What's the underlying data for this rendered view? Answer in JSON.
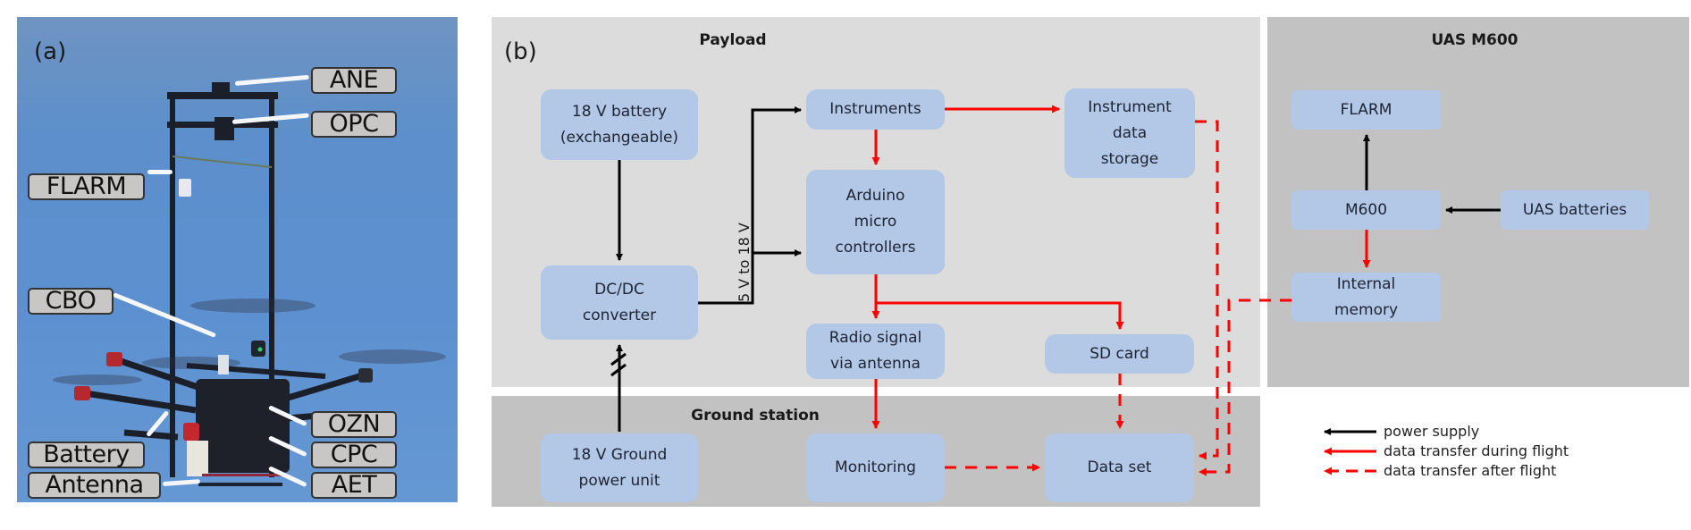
{
  "panel_a": {
    "label": "(a)",
    "tags": {
      "ane": "ANE",
      "opc": "OPC",
      "flarm": "FLARM",
      "cbo": "CBO",
      "ozn": "OZN",
      "cpc": "CPC",
      "battery": "Battery",
      "aet": "AET",
      "antenna": "Antenna"
    }
  },
  "panel_b": {
    "label": "(b)",
    "regions": {
      "payload": "Payload",
      "uas": "UAS M600",
      "ground": "Ground station"
    },
    "nodes": {
      "battery": "18 V battery\n(exchangeable)",
      "dcdc": "DC/DC\nconverter",
      "instruments": "Instruments",
      "arduino": "Arduino\nmicro\ncontrollers",
      "storage": "Instrument\ndata\nstorage",
      "radio": "Radio signal\nvia antenna",
      "sdcard": "SD card",
      "flarm": "FLARM",
      "m600": "M600",
      "uas_batteries": "UAS batteries",
      "memory": "Internal\nmemory",
      "ground_power": "18 V Ground\npower unit",
      "monitoring": "Monitoring",
      "dataset": "Data set"
    },
    "voltage_label": "5 V to 18 V",
    "legend": [
      {
        "label": "power supply",
        "style": "solid",
        "color": "#000000"
      },
      {
        "label": "data transfer during flight",
        "style": "solid",
        "color": "#ff0000"
      },
      {
        "label": "data transfer after flight",
        "style": "dashed",
        "color": "#ff0000"
      }
    ],
    "colors": {
      "node_fill": "#b3c7e6",
      "payload_bg": "#dcdcdc",
      "uas_bg": "#c2c2c2",
      "ground_bg": "#c2c2c2",
      "power": "#000000",
      "data": "#ff0000"
    }
  }
}
